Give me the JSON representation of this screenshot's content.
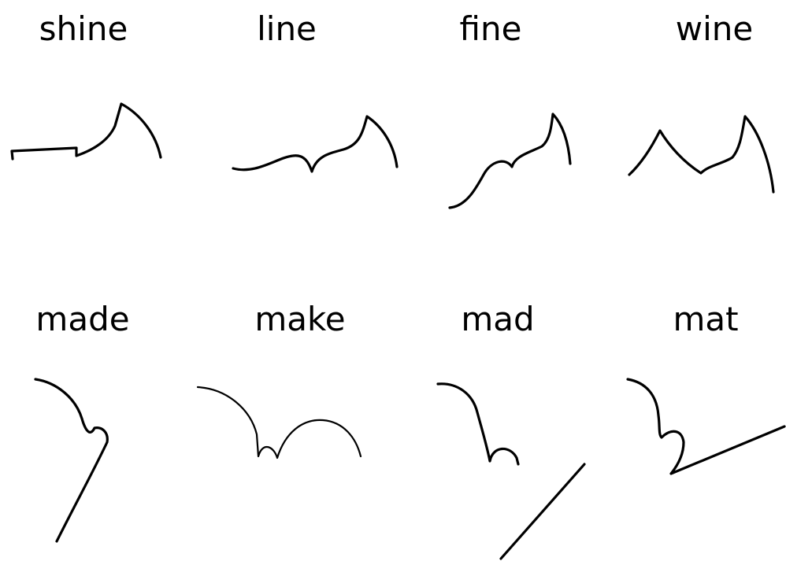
{
  "rows": [
    {
      "words": [
        {
          "word": "shine"
        },
        {
          "word": "line"
        },
        {
          "word": "fine"
        },
        {
          "word": "wine"
        }
      ]
    },
    {
      "words": [
        {
          "word": "made"
        },
        {
          "word": "make"
        },
        {
          "word": "mad"
        },
        {
          "word": "mat"
        }
      ]
    }
  ]
}
